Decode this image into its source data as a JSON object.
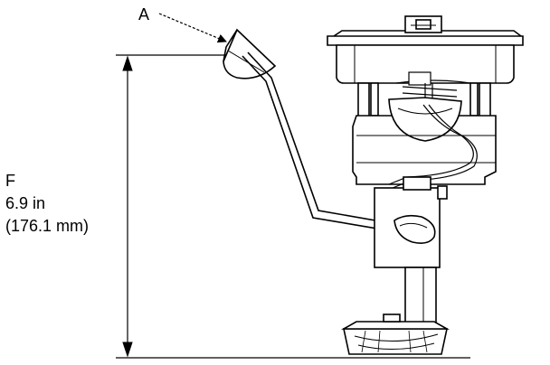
{
  "callout": {
    "label": "A"
  },
  "dimension": {
    "letter": "F",
    "imperial": "6.9 in",
    "metric": "(176.1 mm)"
  }
}
